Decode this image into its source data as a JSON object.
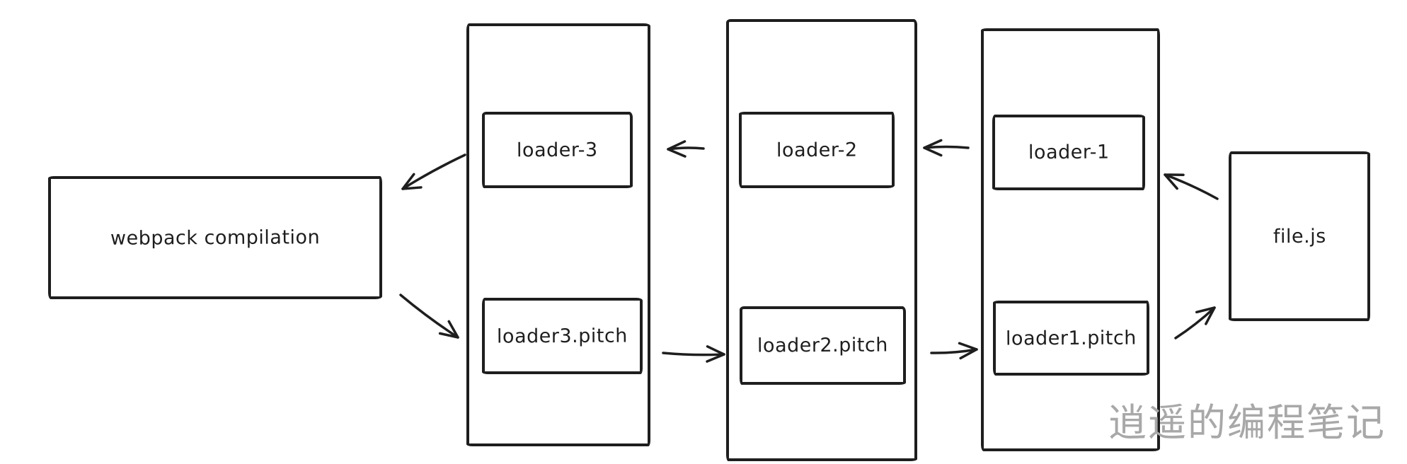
{
  "diagram": {
    "background": "#ffffff",
    "stroke_color": "#1e1e1e",
    "nodes": {
      "webpack": {
        "label": "webpack compilation"
      },
      "loader3": {
        "label": "loader-3"
      },
      "loader3_pitch": {
        "label": "loader3.pitch"
      },
      "loader2": {
        "label": "loader-2"
      },
      "loader2_pitch": {
        "label": "loader2.pitch"
      },
      "loader1": {
        "label": "loader-1"
      },
      "loader1_pitch": {
        "label": "loader1.pitch"
      },
      "file_js": {
        "label": "file.js"
      }
    },
    "edges": [
      {
        "id": "loader3-to-webpack",
        "from": "loader-3",
        "to": "webpack compilation"
      },
      {
        "id": "webpack-to-loader3pitch",
        "from": "webpack compilation",
        "to": "loader3.pitch"
      },
      {
        "id": "loader2-to-loader3",
        "from": "loader-2",
        "to": "loader-3"
      },
      {
        "id": "loader1-to-loader2",
        "from": "loader-1",
        "to": "loader-2"
      },
      {
        "id": "loader3pitch-to-loader2pitch",
        "from": "loader3.pitch",
        "to": "loader2.pitch"
      },
      {
        "id": "loader2pitch-to-loader1pitch",
        "from": "loader2.pitch",
        "to": "loader1.pitch"
      },
      {
        "id": "file-to-loader1",
        "from": "file.js",
        "to": "loader-1"
      },
      {
        "id": "loader1pitch-to-file",
        "from": "loader1.pitch",
        "to": "file.js"
      }
    ],
    "watermark": {
      "text": "逍遥的编程笔记",
      "color": "#a8a8a8"
    }
  }
}
